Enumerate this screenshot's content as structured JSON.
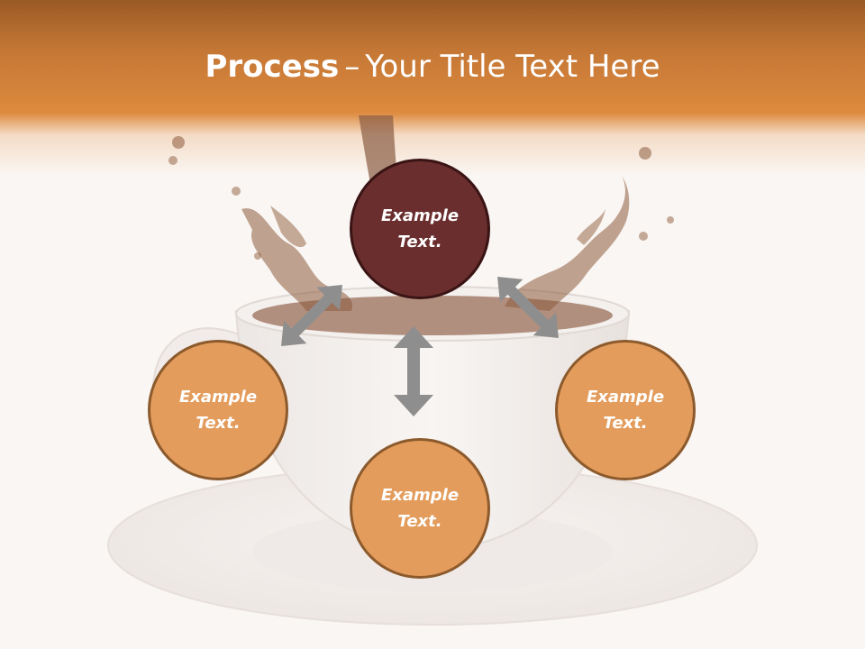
{
  "slide": {
    "title_bold": "Process",
    "title_separator": "–",
    "title_rest": "Your Title Text Here"
  },
  "diagram": {
    "center_node": {
      "label": "Example Text."
    },
    "left_node": {
      "label": "Example Text."
    },
    "bottom_node": {
      "label": "Example Text."
    },
    "right_node": {
      "label": "Example Text."
    }
  },
  "colors": {
    "header_orange": "#de8a3e",
    "node_orange": "#e39c5c",
    "node_center": "#6a2e2e",
    "arrow_gray": "#8e8e8e",
    "coffee_brown": "#6b3a1c"
  },
  "background_image": "coffee cup with splash on saucer"
}
